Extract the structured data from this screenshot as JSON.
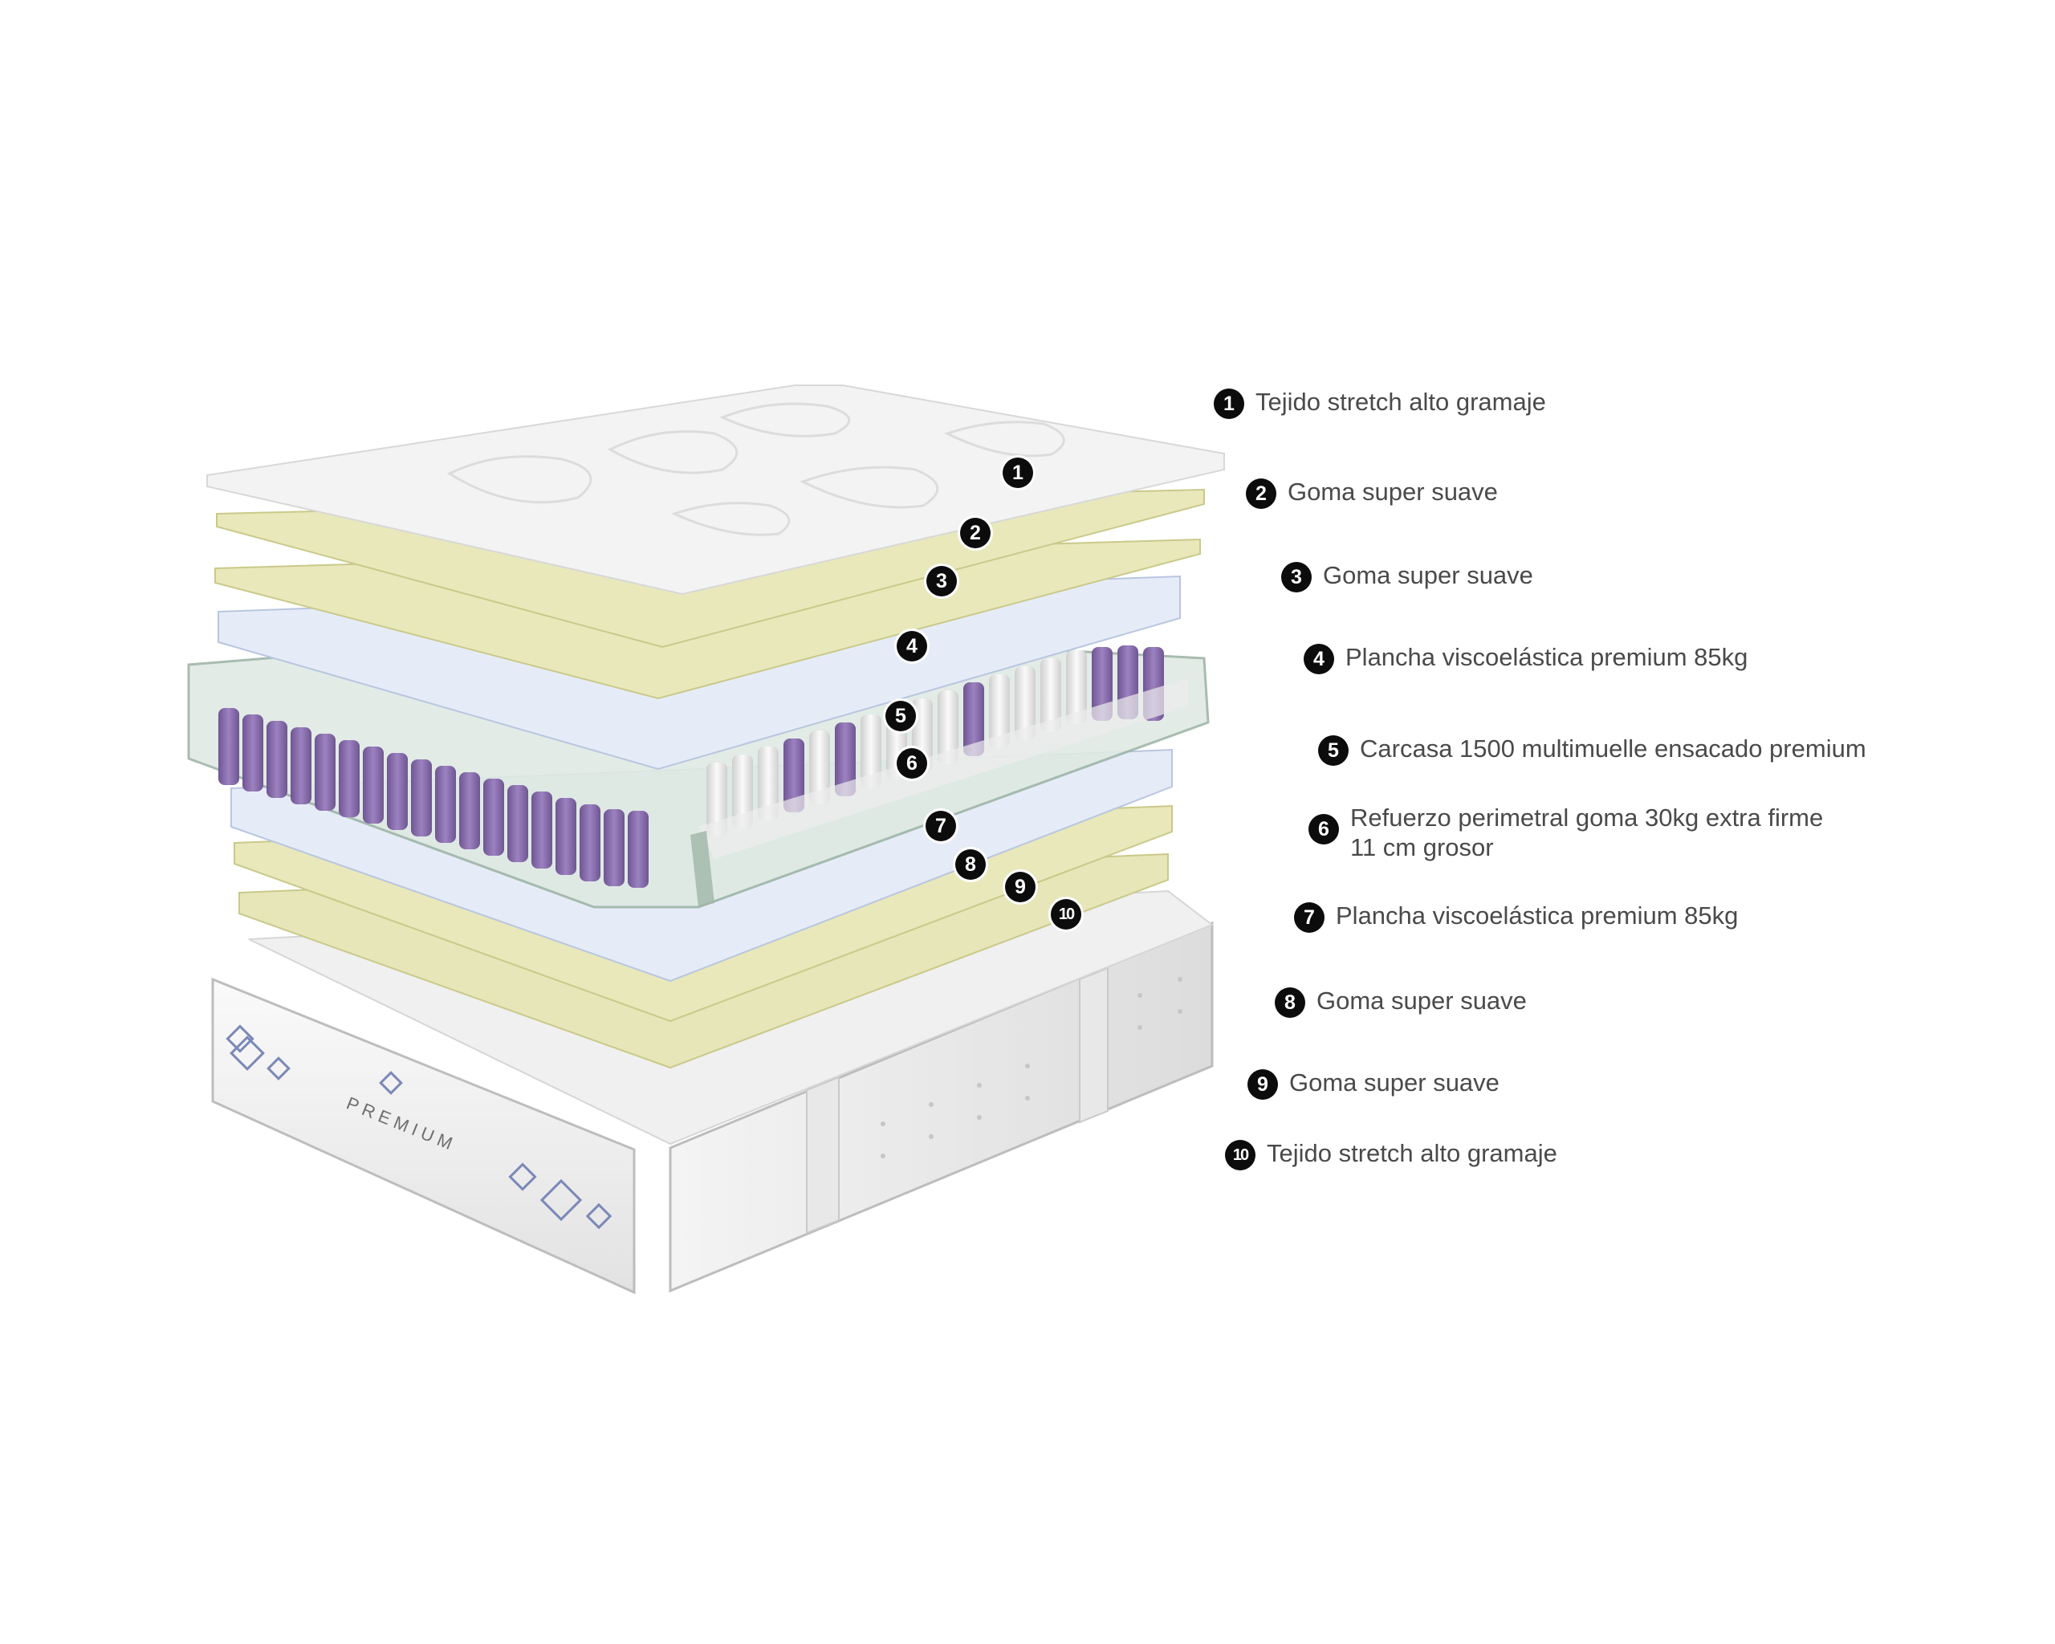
{
  "legend": [
    {
      "num": "1",
      "text": "Tejido stretch alto gramaje"
    },
    {
      "num": "2",
      "text": "Goma super suave"
    },
    {
      "num": "3",
      "text": "Goma super suave"
    },
    {
      "num": "4",
      "text": "Plancha viscoelástica premium 85kg"
    },
    {
      "num": "5",
      "text": "Carcasa 1500 multimuelle ensacado premium"
    },
    {
      "num": "6",
      "text": "Refuerzo perimetral goma 30kg extra firme\n11 cm grosor"
    },
    {
      "num": "7",
      "text": "Plancha viscoelástica premium 85kg"
    },
    {
      "num": "8",
      "text": "Goma super suave"
    },
    {
      "num": "9",
      "text": "Goma super suave"
    },
    {
      "num": "10",
      "text": "Tejido stretch alto gramaje"
    }
  ],
  "brand": {
    "label": "PREMIUM"
  },
  "colors": {
    "cover": "#f1f1f1",
    "foam": "#e6e6b8",
    "foam_edge": "#c9c98a",
    "visco": "#e3e9f5",
    "visco_edge": "#b9c6e0",
    "spring_purple": "#8e72b3",
    "spring_white": "#ececec",
    "glass": "#d6e3dc",
    "badge": "#0c0c0c"
  }
}
